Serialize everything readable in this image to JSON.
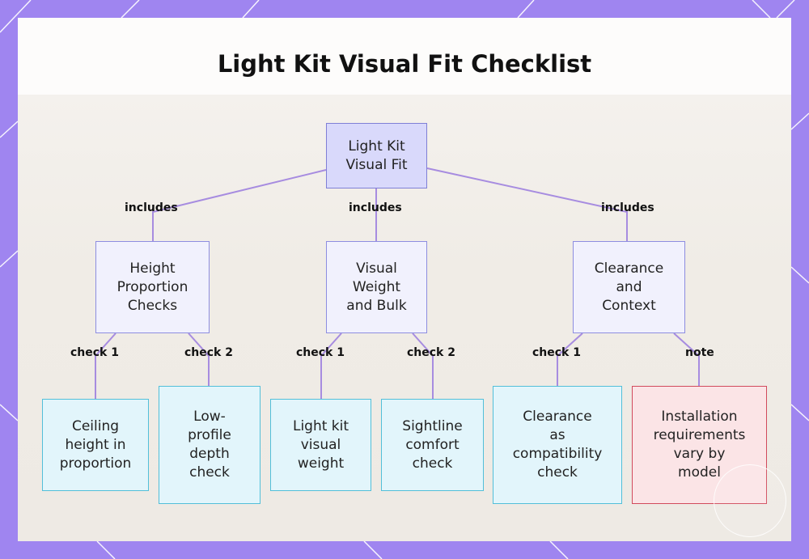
{
  "title": "Light Kit Visual Fit Checklist",
  "colors": {
    "frame": "#9f85f0",
    "edge": "#a78ce0",
    "root_fill": "#d9d9fb",
    "mid_fill": "#f1f1fd",
    "leaf_fill": "#e2f5fb",
    "warn_fill": "#fbe4e6"
  },
  "root": {
    "label": "Light Kit\nVisual Fit"
  },
  "categories": [
    {
      "label": "Height\nProportion\nChecks",
      "edge_label": "includes"
    },
    {
      "label": "Visual\nWeight\nand Bulk",
      "edge_label": "includes"
    },
    {
      "label": "Clearance\nand\nContext",
      "edge_label": "includes"
    }
  ],
  "leaves": [
    {
      "label": "Ceiling\nheight in\nproportion",
      "edge_label": "check 1"
    },
    {
      "label": "Low-\nprofile\ndepth\ncheck",
      "edge_label": "check 2"
    },
    {
      "label": "Light kit\nvisual\nweight",
      "edge_label": "check 1"
    },
    {
      "label": "Sightline\ncomfort\ncheck",
      "edge_label": "check 2"
    },
    {
      "label": "Clearance\nas\ncompatibility\ncheck",
      "edge_label": "check 1"
    },
    {
      "label": "Installation\nrequirements\nvary by\nmodel",
      "edge_label": "note"
    }
  ]
}
